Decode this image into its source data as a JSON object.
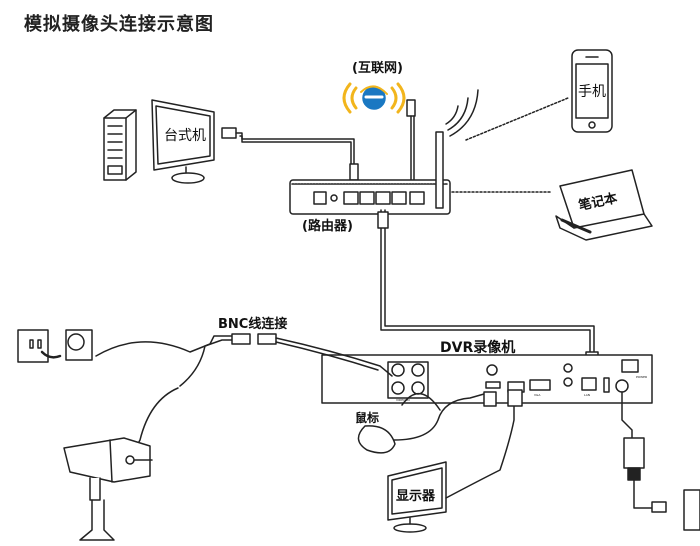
{
  "title": "模拟摄像头连接示意图",
  "labels": {
    "internet": "(互联网)",
    "desktop": "台式机",
    "router": "(路由器)",
    "phone": "手机",
    "laptop": "笔记本",
    "bnc": "BNC线连接",
    "dvr": "DVR录像机",
    "mouse": "鼠标",
    "monitor": "显示器"
  },
  "dvr_ports": {
    "video_in": "VIDEO IN",
    "vga": "VGA",
    "lan": "LAN",
    "power": "POWER"
  },
  "colors": {
    "line": "#222222",
    "ie_blue": "#1a78c2",
    "ie_ring": "#f2b51c"
  }
}
